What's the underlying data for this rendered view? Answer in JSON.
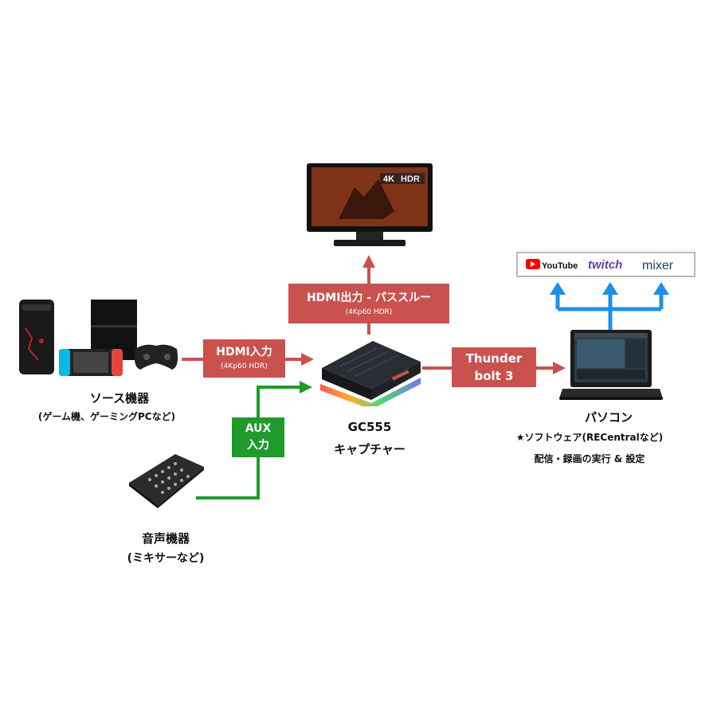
{
  "source": {
    "title": "ソース機器",
    "subtitle": "(ゲーム機、ゲーミングPCなど)"
  },
  "audio": {
    "title": "音声機器",
    "subtitle": "(ミキサーなど)"
  },
  "capture": {
    "model": "GC555",
    "name": "キャプチャー"
  },
  "pc": {
    "title": "パソコン",
    "line1": "★ソフトウェア(RECentralなど)",
    "line2": "配信・録画の実行 & 設定"
  },
  "hdmi_in": {
    "label": "HDMI入力",
    "sub": "(4Kp60 HDR)"
  },
  "hdmi_out": {
    "label": "HDMI出力 - パススルー",
    "sub": "(4Kp60 HDR)"
  },
  "thunderbolt": {
    "line1": "Thunder",
    "line2": "bolt 3"
  },
  "aux": {
    "line1": "AUX",
    "line2": "入力"
  },
  "monitor_badge": {
    "k": "4K",
    "hdr": "HDR"
  },
  "platforms": [
    "YouTube",
    "twitch",
    "mixer"
  ],
  "colors": {
    "red": "#c9524e",
    "green": "#1f9a2b",
    "blue": "#1e90e8"
  }
}
